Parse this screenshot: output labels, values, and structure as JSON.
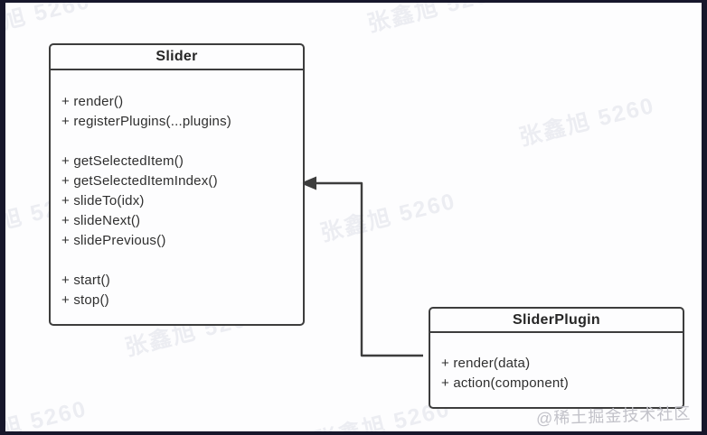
{
  "diagram": {
    "classes": [
      {
        "name": "Slider",
        "methods": [
          "+ render()",
          "+ registerPlugins(...plugins)",
          "",
          "+ getSelectedItem()",
          "+ getSelectedItemIndex()",
          "+ slideTo(idx)",
          "+ slideNext()",
          "+ slidePrevious()",
          "",
          "+ start()",
          "+ stop()"
        ]
      },
      {
        "name": "SliderPlugin",
        "methods": [
          "+ render(data)",
          "+ action(component)"
        ]
      }
    ],
    "connector": {
      "type": "elbow-arrow",
      "from": "SliderPlugin",
      "to": "Slider",
      "arrowhead": "filled-triangle-left"
    }
  },
  "watermarks": {
    "diagonal_text": "张鑫旭 5260",
    "community_text": "@稀土掘金技术社区"
  },
  "colors": {
    "frame": "#17172b",
    "canvas": "#fdfdfe",
    "box_border": "#3d3d3d",
    "text": "#2f2f2f",
    "watermark_community": "#c2c2c9"
  }
}
